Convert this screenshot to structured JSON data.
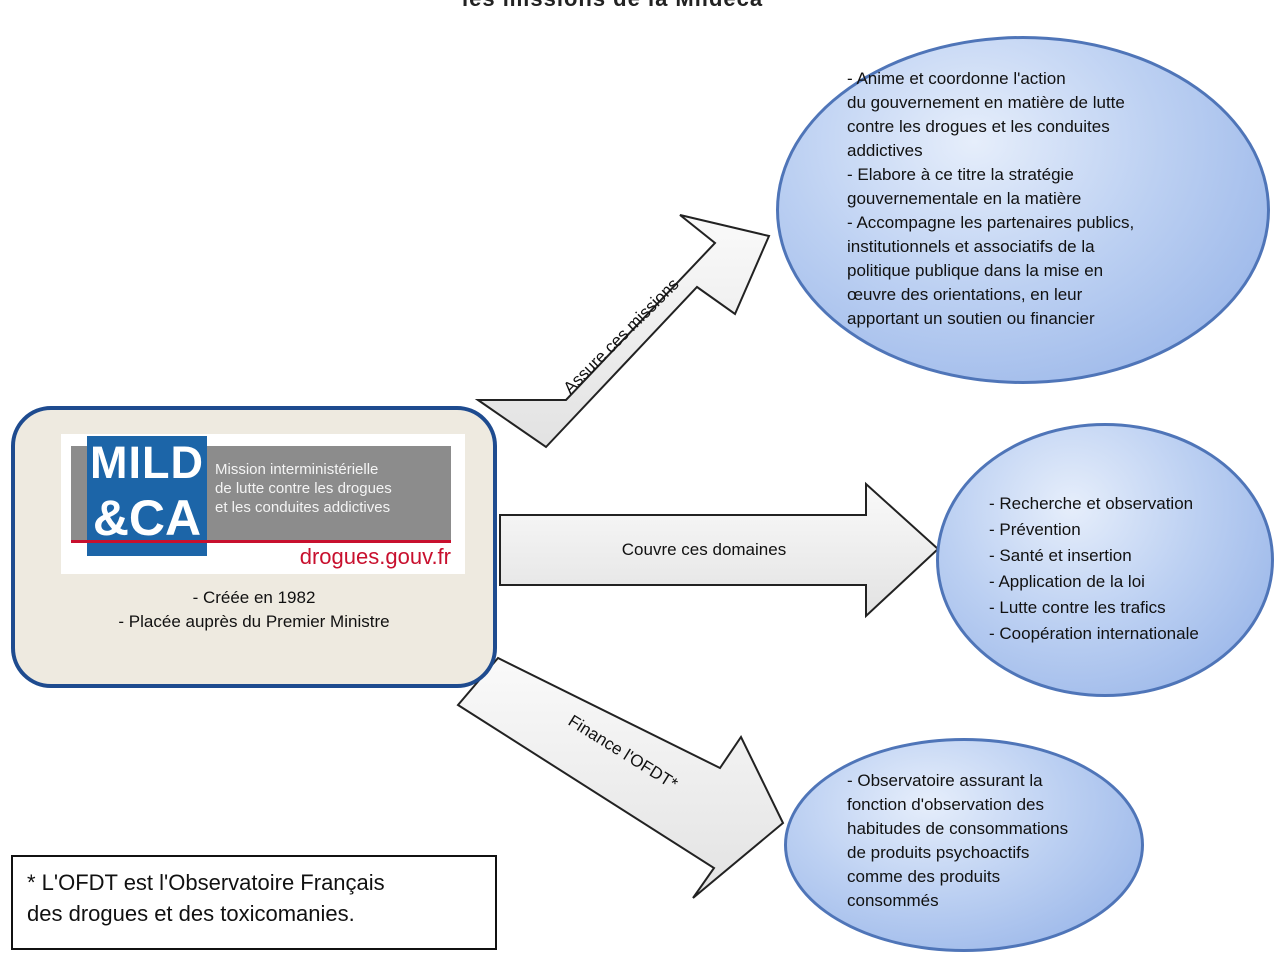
{
  "title": "les missions de la Mildeca",
  "colors": {
    "box_border": "#1e4b8f",
    "box_fill": "#eeeae0",
    "ellipse_border": "#4f75b8",
    "arrow_fill": "#f2f2f2",
    "logo_blue": "#1c65a8",
    "logo_grey": "#8c8c8c",
    "logo_red": "#c8102e"
  },
  "logo": {
    "acronym_line1": "MILD",
    "acronym_line2": "&CA",
    "desc_lines": [
      "Mission interministérielle",
      "de lutte contre les drogues",
      "et les conduites addictives"
    ],
    "url": "drogues.gouv.fr"
  },
  "main_box": {
    "lines": [
      "-  Créée en 1982",
      "-  Placée auprès du Premier  Ministre"
    ]
  },
  "arrows": {
    "missions": "Assure ces missions",
    "domaines": "Couvre ces domaines",
    "ofdt": "Finance l'OFDT*"
  },
  "missions_lines": [
    "- Anime et coordonne l'action",
    "du gouvernement en matière de lutte",
    "contre les drogues et les conduites",
    "addictives",
    "- Elabore à ce titre la stratégie",
    "gouvernementale  en la matière",
    "- Accompagne les partenaires publics,",
    "institutionnels  et associatifs de la",
    "politique  publique dans la mise en",
    "œuvre des orientations, en leur",
    "apportant un soutien ou financier"
  ],
  "domaines_lines": [
    "- Recherche et observation",
    "- Prévention",
    "- Santé et insertion",
    "- Application de la loi",
    "- Lutte contre les trafics",
    "- Coopération  internationale"
  ],
  "ofdt_lines": [
    "- Observatoire assurant la",
    "fonction d'observation des",
    "habitudes de consommations",
    "de produits psychoactifs",
    "comme des produits",
    "consommés"
  ],
  "footnote": {
    "line1": "* L'OFDT  est  l'Observatoire  Français",
    "line2": "des drogues et des toxicomanies."
  }
}
